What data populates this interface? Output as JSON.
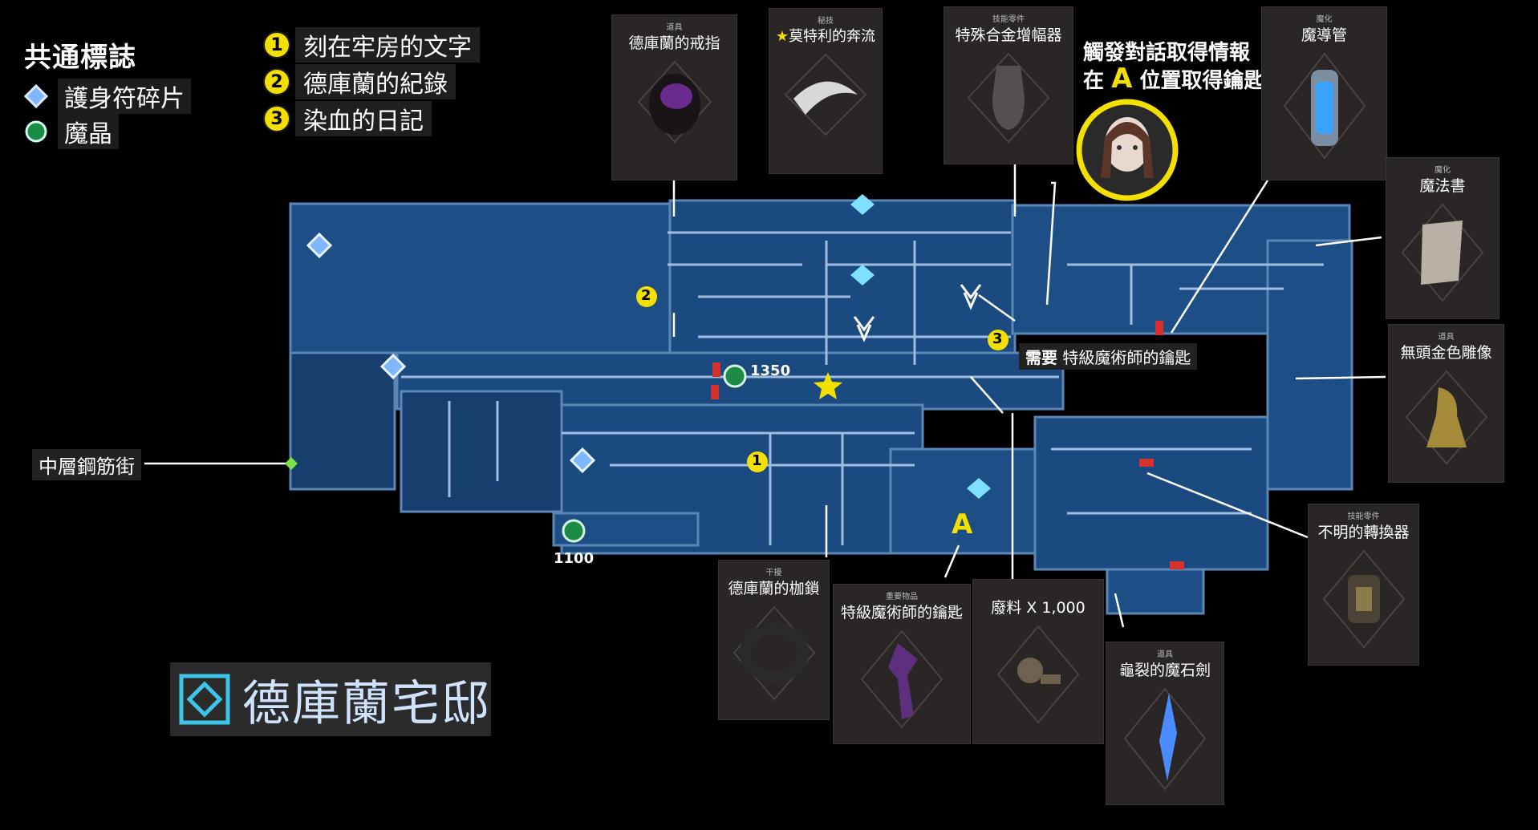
{
  "legend": {
    "title": "共通標誌",
    "items": [
      {
        "icon": "amulet-fragment-icon",
        "label": "護身符碎片",
        "color": "#7fb6ff"
      },
      {
        "icon": "magic-crystal-icon",
        "label": "魔晶",
        "color": "#2fae5a"
      }
    ]
  },
  "notes": [
    {
      "num": "1",
      "label": "刻在牢房的文字"
    },
    {
      "num": "2",
      "label": "德庫蘭的紀錄"
    },
    {
      "num": "3",
      "label": "染血的日記"
    }
  ],
  "hint": {
    "line1": "觸發對話取得情報",
    "line2_prefix": "在",
    "marker": "A",
    "line2_suffix": "位置取得鑰匙"
  },
  "items": [
    {
      "category": "道具",
      "name": "德庫蘭的戒指",
      "icon": "ring-icon"
    },
    {
      "category": "秘技",
      "name": "莫特利的奔流",
      "icon": "spirit-icon",
      "star": "★"
    },
    {
      "category": "技能零件",
      "name": "特殊合金增幅器",
      "icon": "gauntlet-icon"
    },
    {
      "category": "魔化",
      "name": "魔導管",
      "icon": "vial-icon"
    },
    {
      "category": "魔化",
      "name": "魔法書",
      "icon": "scroll-icon"
    },
    {
      "category": "道具",
      "name": "無頭金色雕像",
      "icon": "statue-icon"
    },
    {
      "category": "技能零件",
      "name": "不明的轉換器",
      "icon": "converter-icon"
    },
    {
      "category": "道具",
      "name": "龜裂的魔石劍",
      "icon": "crystal-sword-icon"
    },
    {
      "category": "干擾",
      "name": "德庫蘭的枷鎖",
      "icon": "shackle-icon"
    },
    {
      "category": "重要物品",
      "name": "特級魔術師的鑰匙",
      "icon": "key-icon"
    },
    {
      "category": "",
      "name": "廢料 X 1,000",
      "icon": "scrap-icon"
    }
  ],
  "callouts": {
    "required_prefix": "需要",
    "required_key": "特級魔術師的鑰匙",
    "exit_label": "中層鋼筋街"
  },
  "map_numbers": {
    "crystal_1350": "1350",
    "crystal_1100": "1100"
  },
  "area": {
    "name": "德庫蘭宅邸",
    "icon": "area-emblem-icon"
  },
  "colors": {
    "map_fill": "#1d4f86",
    "map_dark": "#0b2645",
    "badge": "#f3e000",
    "highlight": "#f3e000"
  }
}
